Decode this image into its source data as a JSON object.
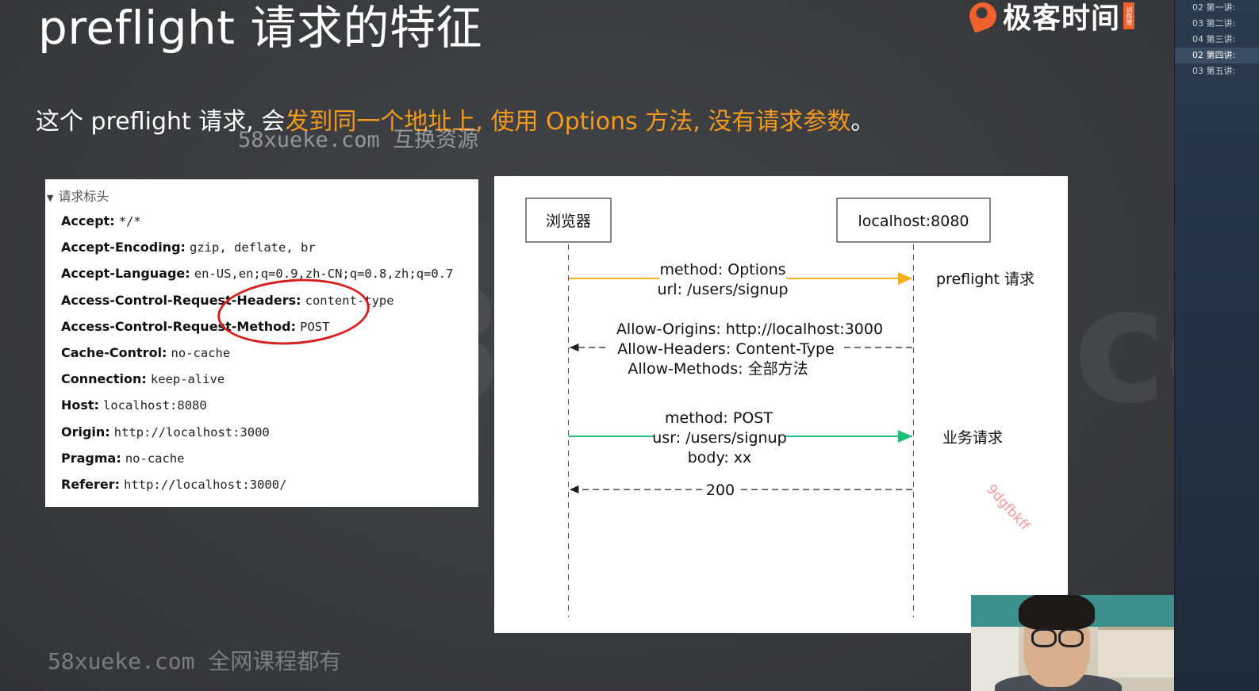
{
  "slide": {
    "title": "preflight 请求的特征",
    "subtitle_plain": "这个 preflight 请求, 会",
    "subtitle_highlight": "发到同一个地址上, 使用 Options 方法, 没有请求参数",
    "subtitle_end": "。",
    "accent_color": "#f39a1e"
  },
  "logo": {
    "text": "极客时间",
    "badge": "训练营",
    "color": "#f0612e"
  },
  "watermarks": {
    "inline_latin": "58xueke.com",
    "inline_cn": "互换资源",
    "bottom_latin": "58xueke.com",
    "bottom_cn": "全网课程都有",
    "big": "58xueke.com",
    "diagonal": "9dgfbkff"
  },
  "headers_panel": {
    "section_label": "请求标头",
    "rows": [
      {
        "key": "Accept:",
        "value": "*/*"
      },
      {
        "key": "Accept-Encoding:",
        "value": "gzip, deflate, br"
      },
      {
        "key": "Accept-Language:",
        "value": "en-US,en;q=0.9,zh-CN;q=0.8,zh;q=0.7"
      },
      {
        "key": "Access-Control-Request-Headers:",
        "value": "content-type"
      },
      {
        "key": "Access-Control-Request-Method:",
        "value": "POST"
      },
      {
        "key": "Cache-Control:",
        "value": "no-cache"
      },
      {
        "key": "Connection:",
        "value": "keep-alive"
      },
      {
        "key": "Host:",
        "value": "localhost:8080"
      },
      {
        "key": "Origin:",
        "value": "http://localhost:3000"
      },
      {
        "key": "Pragma:",
        "value": "no-cache"
      },
      {
        "key": "Referer:",
        "value": "http://localhost:3000/"
      }
    ]
  },
  "diagram": {
    "left_actor": "浏览器",
    "right_actor": "localhost:8080",
    "msg1_line1": "method: Options",
    "msg1_line2": "url: /users/signup",
    "msg1_note": "preflight 请求",
    "msg2_line1": "Allow-Origins: http://localhost:3000",
    "msg2_line2": "Allow-Headers: Content-Type",
    "msg2_line3": "Allow-Methods: 全部方法",
    "msg3_line1": "method: POST",
    "msg3_line2": "usr: /users/signup",
    "msg3_line3": "body: xx",
    "msg3_note": "业务请求",
    "msg4": "200",
    "colors": {
      "preflight": "#f2b21b",
      "business": "#1fbf7a",
      "response": "#222222"
    }
  },
  "sidebar": {
    "items": [
      {
        "label": "02 第一讲:",
        "active": false
      },
      {
        "label": "03 第二讲:",
        "active": false
      },
      {
        "label": "04 第三讲:",
        "active": false
      },
      {
        "label": "02 第四讲:",
        "active": true
      },
      {
        "label": "03 第五讲:",
        "active": false
      }
    ]
  }
}
